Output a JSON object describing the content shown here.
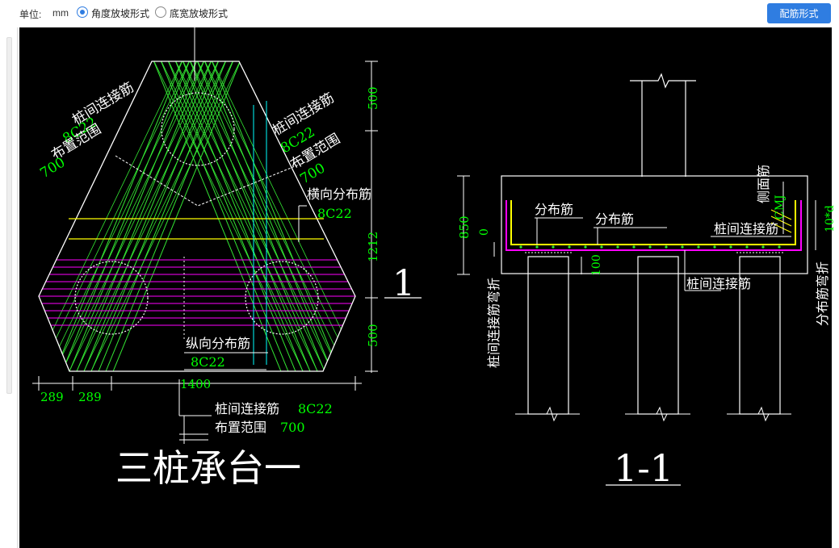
{
  "toolbar": {
    "unit_label": "单位:",
    "unit_value": "mm",
    "options": [
      {
        "label": "角度放坡形式",
        "checked": true
      },
      {
        "label": "底宽放坡形式",
        "checked": false
      }
    ],
    "button_label": "配筋形式",
    "accent_color": "#2f7de1"
  },
  "drawing": {
    "plan": {
      "title": "三桩承台一",
      "section_marker": "1",
      "labels": {
        "left_conn": "桩间连接筋",
        "left_conn_bar": "8C22",
        "left_range": "布置范围",
        "left_range_val": "700",
        "right_conn": "桩间连接筋",
        "right_conn_bar": "8C22",
        "right_range": "布置范围",
        "right_range_val": "700",
        "transverse": "横向分布筋",
        "transverse_bar": "8C22",
        "longitudinal": "纵向分布筋",
        "longitudinal_bar": "8C22",
        "bottom_conn": "桩间连接筋",
        "bottom_conn_bar": "8C22",
        "bottom_range": "布置范围",
        "bottom_range_val": "700"
      },
      "dims": {
        "d500_top": "500",
        "d1212": "1212",
        "d500_bottom": "500",
        "d1400": "1400",
        "d289_a": "289",
        "d289_b": "289"
      }
    },
    "section": {
      "title": "1-1",
      "labels": {
        "dist1": "分布筋",
        "dist2": "分布筋",
        "conn_top": "桩间连接筋",
        "conn_bottom": "桩间连接筋",
        "side": "侧面筋",
        "cmj": "CMJ",
        "conn_bent": "桩间连接筋弯折",
        "dist_bent": "分布筋弯折",
        "ten_d": "10*d"
      },
      "dims": {
        "d850": "850",
        "d0": "0",
        "d100": "100"
      }
    },
    "colors": {
      "background": "#000000",
      "lines": "#ffffff",
      "dimension_text": "#00ff00",
      "rebar_green": "#33e633",
      "rebar_yellow": "#ffff00",
      "rebar_magenta": "#ff00ff",
      "rebar_cyan": "#00ffff"
    }
  }
}
